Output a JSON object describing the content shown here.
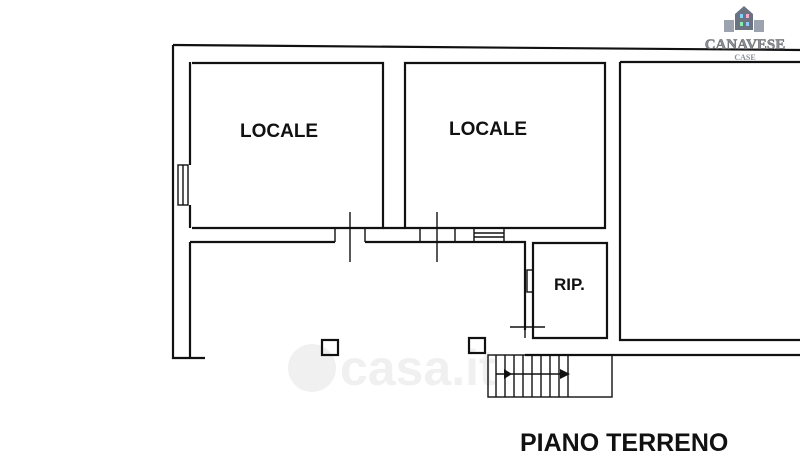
{
  "plan": {
    "title": "PIANO TERRENO",
    "rooms": [
      {
        "label": "LOCALE"
      },
      {
        "label": "LOCALE"
      },
      {
        "label": "RIP."
      }
    ]
  },
  "logo": {
    "name": "CANAVESE",
    "sub": "CASE"
  },
  "watermark": "casa.it",
  "colors": {
    "walls": "#111111",
    "logo": "#8a8f99"
  }
}
